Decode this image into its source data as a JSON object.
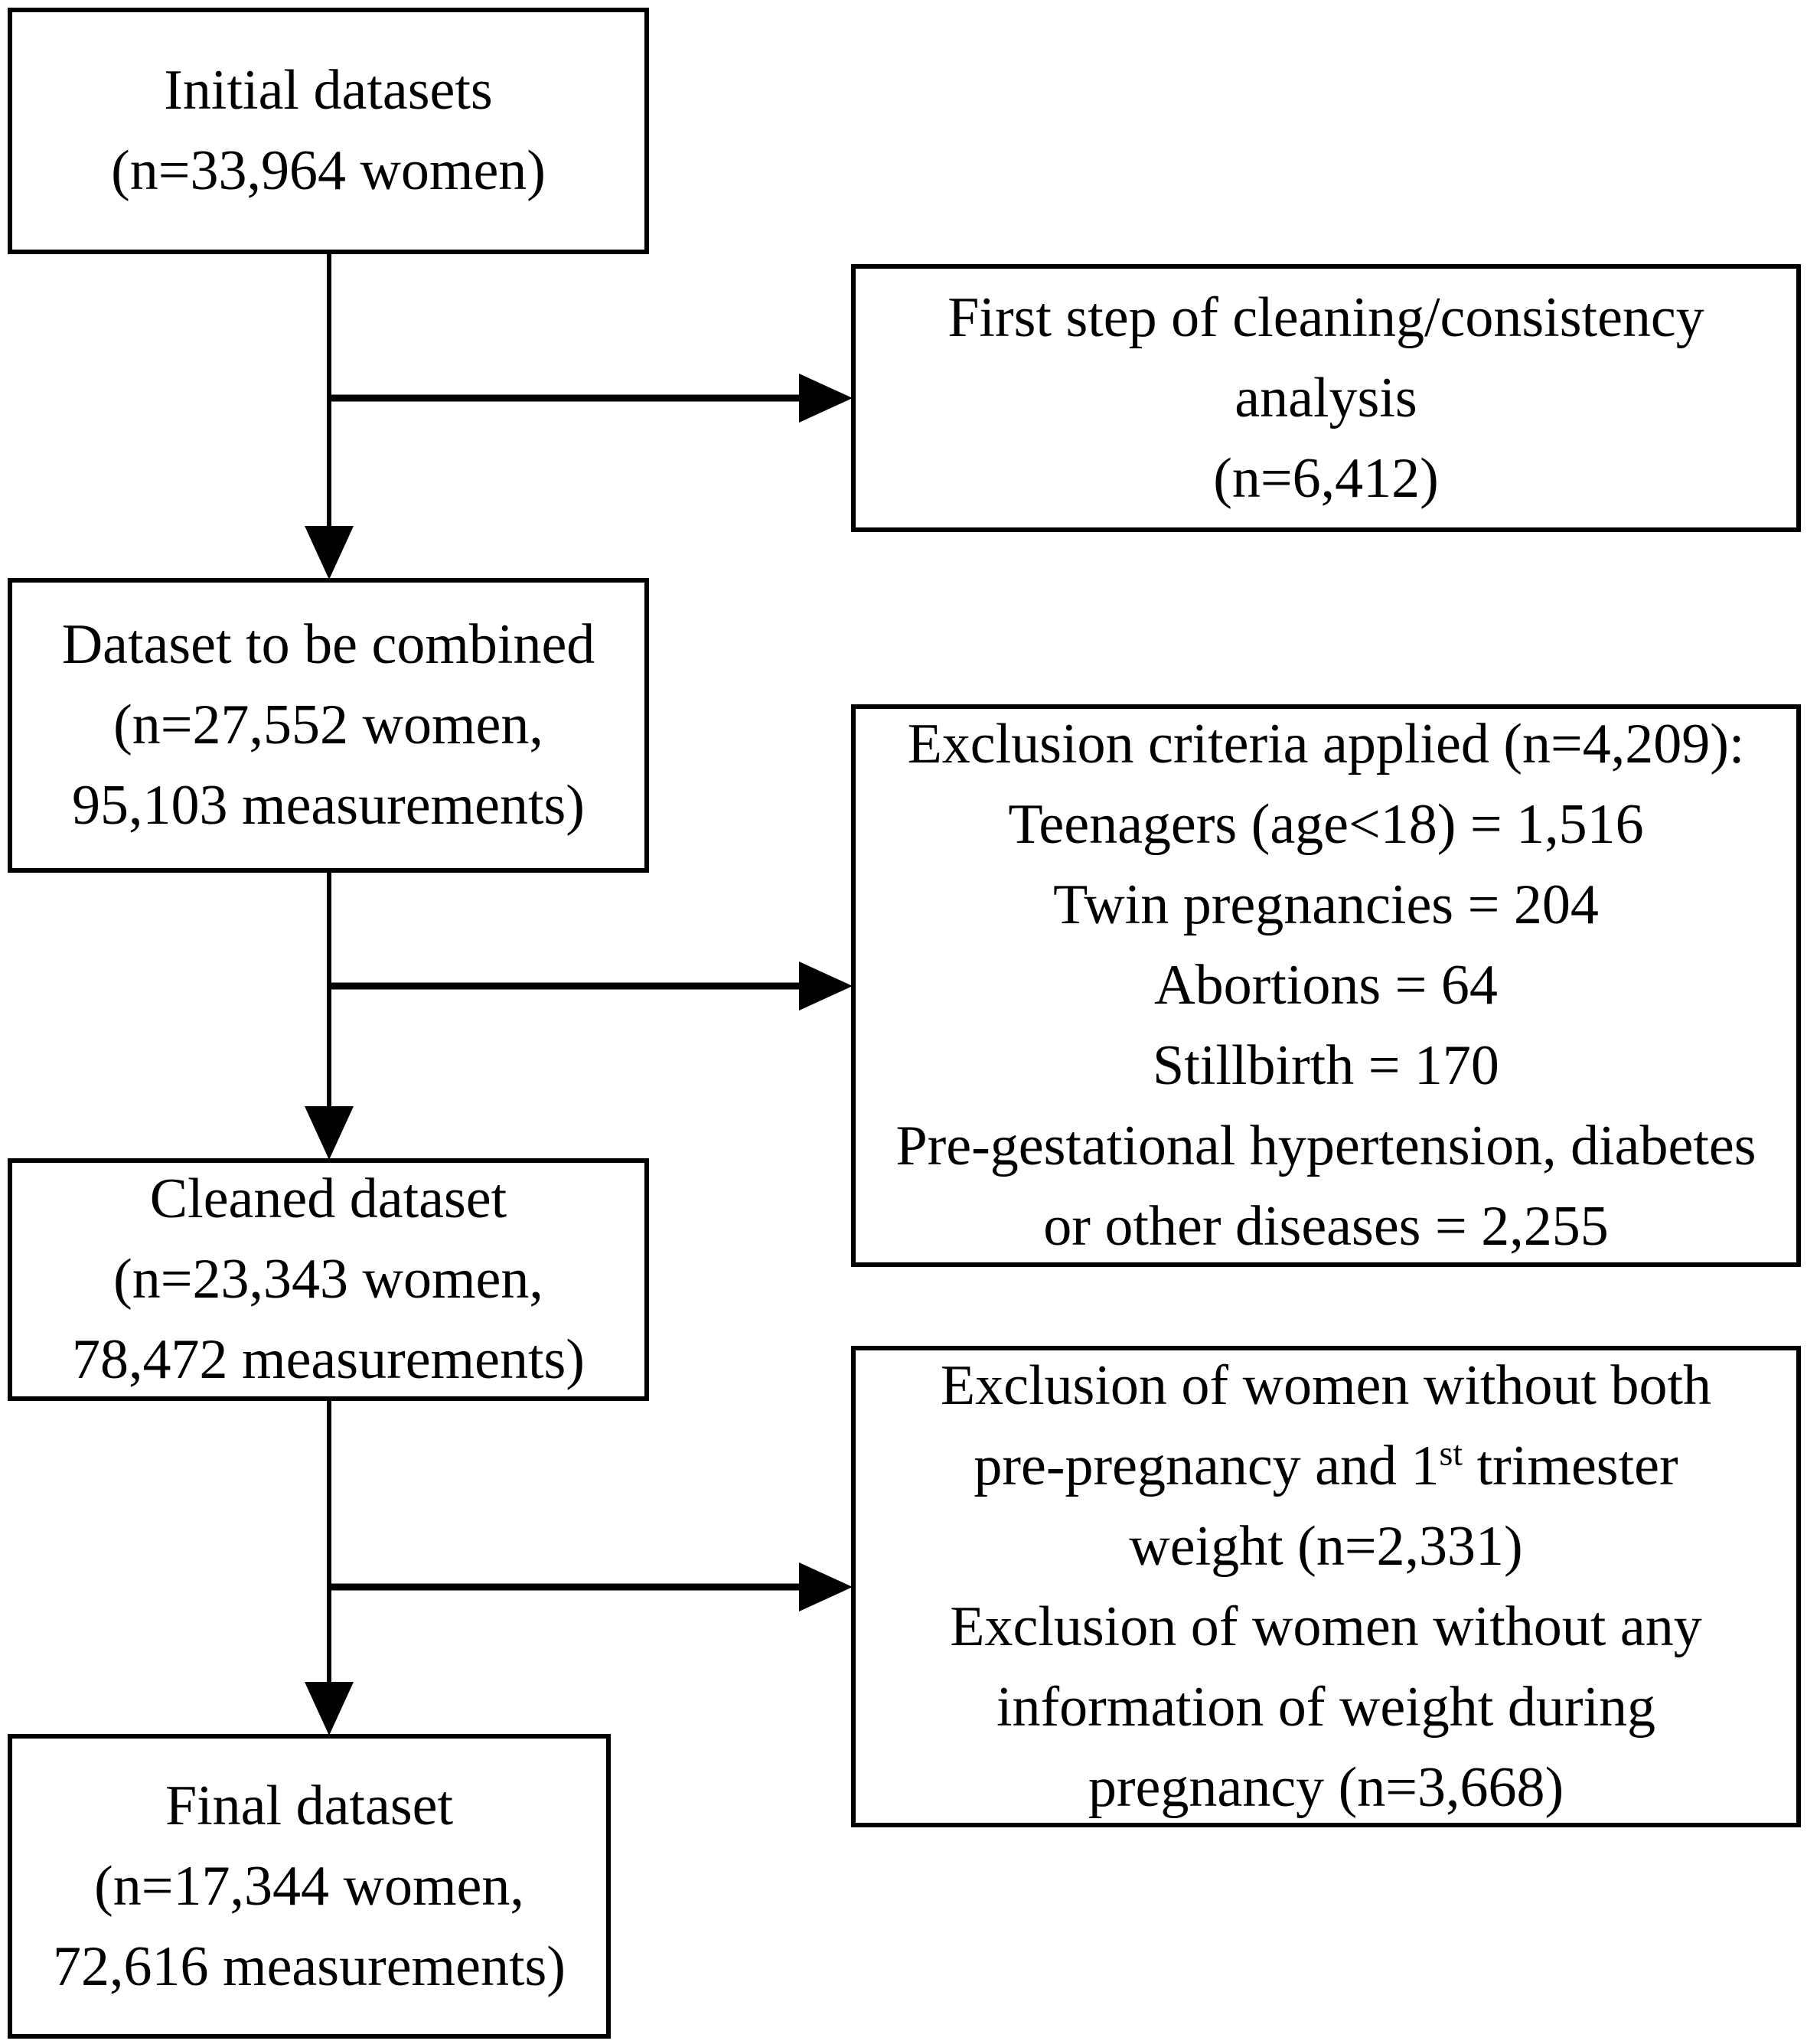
{
  "figure": {
    "background_color": "#ffffff",
    "line_color": "#000000",
    "type": "study-flow-diagram"
  },
  "boxes": {
    "initial": {
      "lines": [
        "Initial datasets",
        "(n=33,964 women)"
      ]
    },
    "cleaning_step": {
      "lines": [
        "First step of cleaning/consistency",
        "analysis",
        "(n=6,412)"
      ]
    },
    "combined": {
      "lines": [
        "Dataset to be combined",
        "(n=27,552 women,",
        "95,103 measurements)"
      ]
    },
    "exclusion_criteria": {
      "lines": [
        "Exclusion criteria applied (n=4,209):",
        "Teenagers (age<18) = 1,516",
        "Twin pregnancies = 204",
        "Abortions = 64",
        "Stillbirth = 170",
        "Pre-gestational hypertension, diabetes",
        "or other diseases = 2,255"
      ]
    },
    "cleaned": {
      "lines": [
        "Cleaned dataset",
        "(n=23,343 women,",
        "78,472 measurements)"
      ]
    },
    "weight_exclusion": {
      "line1": "Exclusion of women without both",
      "line2_prefix": "pre-pregnancy and 1",
      "line2_sup": "st",
      "line2_suffix": " trimester",
      "line3": "weight (n=2,331)",
      "line4": "Exclusion of women without any",
      "line5": "information of weight during",
      "line6": "pregnancy (n=3,668)"
    },
    "final": {
      "lines": [
        "Final dataset",
        "(n=17,344 women,",
        "72,616 measurements)"
      ]
    }
  }
}
